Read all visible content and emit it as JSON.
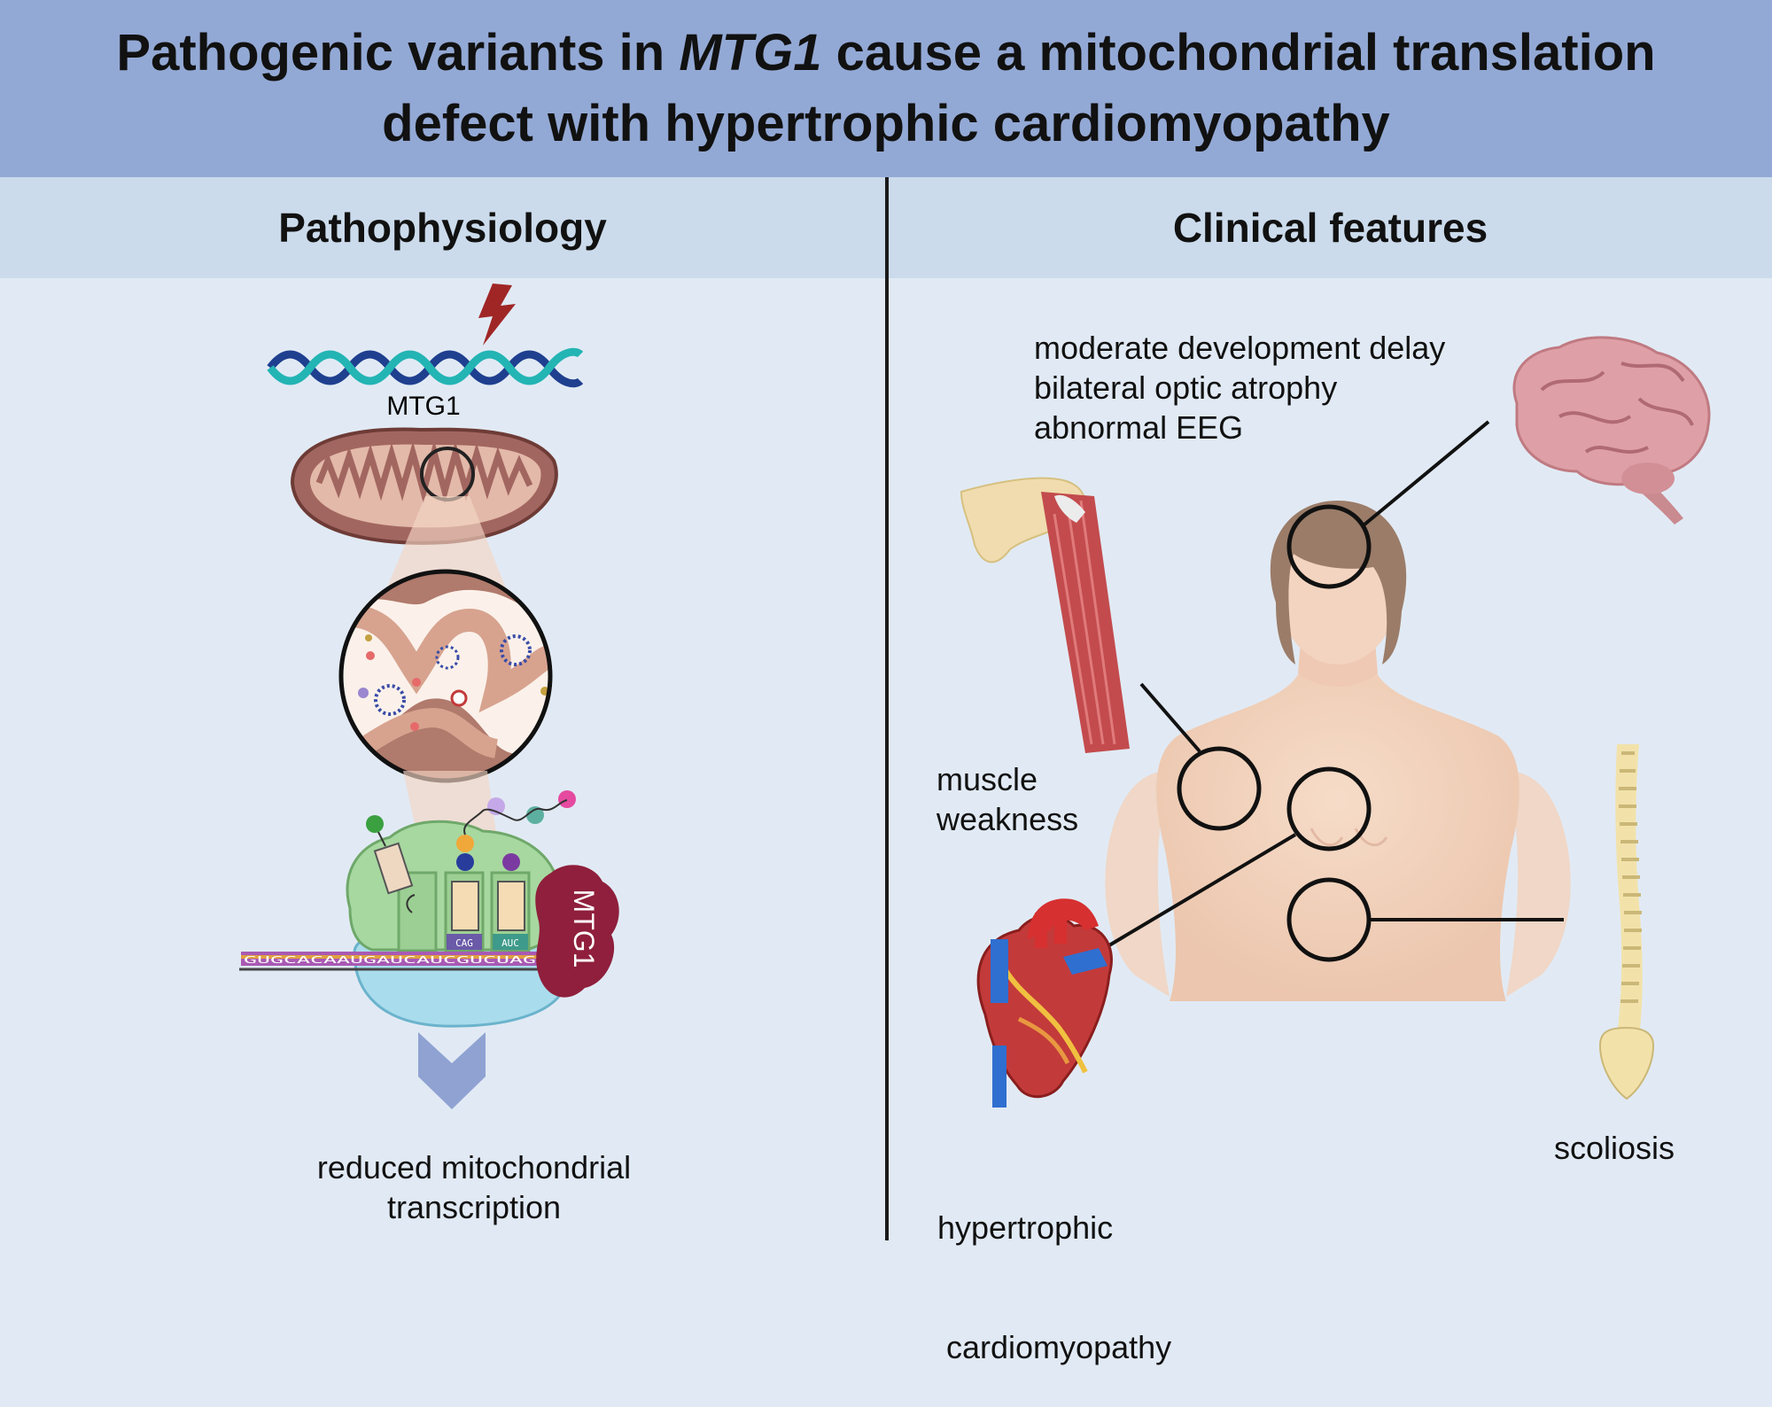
{
  "title": {
    "line1_pre": "Pathogenic variants in ",
    "line1_gene": "MTG1",
    "line1_post": " cause a mitochondrial translation",
    "line2": "defect with hypertrophic cardiomyopathy"
  },
  "left_panel": {
    "heading": "Pathophysiology",
    "gene_label": "MTG1",
    "protein_label": "MTG1",
    "codon_labels": [
      "CAG",
      "AUC"
    ],
    "mrna_sequence": "GUGCACAAUGAUCAUCGUCUAG",
    "outcome_line1": "reduced mitochondrial",
    "outcome_line2": "transcription"
  },
  "right_panel": {
    "heading": "Clinical features",
    "brain_features": [
      "moderate development delay",
      "bilateral optic atrophy",
      "abnormal EEG"
    ],
    "muscle_line1": "muscle",
    "muscle_line2": "weakness",
    "heart_line1": "hypertrophic",
    "heart_line2": " cardiomyopathy",
    "spine_label": "scoliosis"
  },
  "colors": {
    "header_bg": "#93a9d5",
    "subheader_bg": "#cbdbec",
    "panel_bg": "#e1eaf4",
    "mito_brown": "#a26660",
    "arrow_blue": "#8fa2d2",
    "lightning_red": "#a02626",
    "mtg1_protein": "#8f1f3c"
  }
}
